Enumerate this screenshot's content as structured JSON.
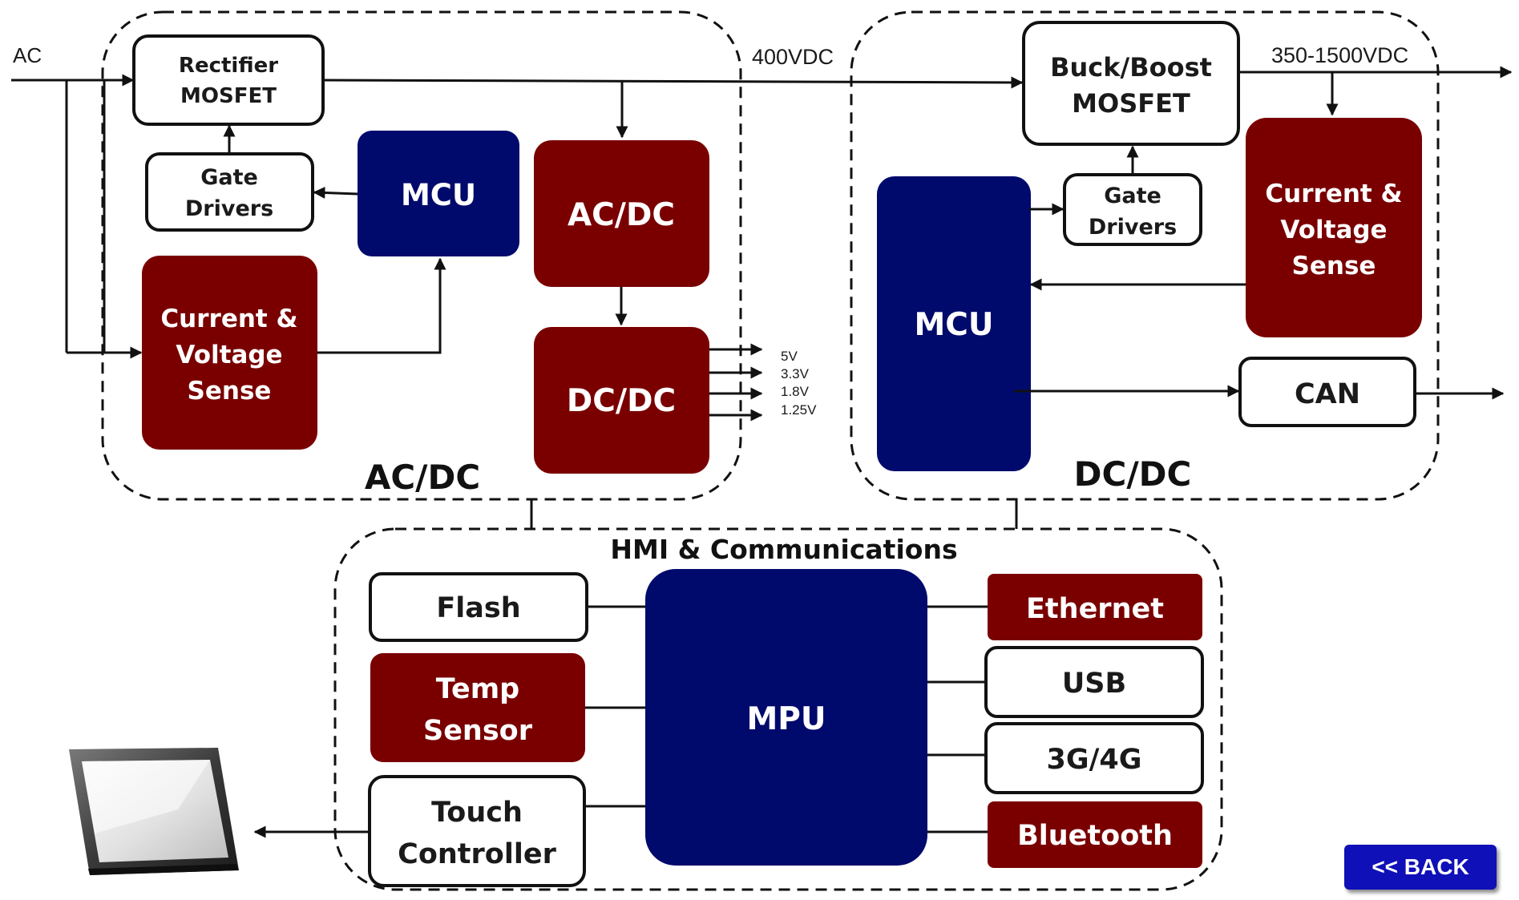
{
  "colors": {
    "navy": "#000a6c",
    "maroon": "#7a0000",
    "outline": "#1a1a1a",
    "back_button": "#1010b8"
  },
  "signals": {
    "ac_input": "AC",
    "bus_400": "400VDC",
    "output_range": "350-1500VDC",
    "rail_5v": "5V",
    "rail_3v3": "3.3V",
    "rail_1v8": "1.8V",
    "rail_1v25": "1.25V"
  },
  "acdc": {
    "group_title": "AC/DC",
    "rectifier": [
      "Rectifier",
      "MOSFET"
    ],
    "gate_drivers": [
      "Gate",
      "Drivers"
    ],
    "mcu": "MCU",
    "acdc_converter": "AC/DC",
    "dcdc_converter": "DC/DC",
    "sense": [
      "Current &",
      "Voltage",
      "Sense"
    ]
  },
  "dcdc": {
    "group_title": "DC/DC",
    "buck_boost": [
      "Buck/Boost",
      "MOSFET"
    ],
    "gate_drivers": [
      "Gate",
      "Drivers"
    ],
    "mcu": "MCU",
    "sense": [
      "Current &",
      "Voltage",
      "Sense"
    ],
    "can": "CAN"
  },
  "hmi": {
    "group_title": "HMI & Communications",
    "mpu": "MPU",
    "flash": "Flash",
    "temp_sensor": [
      "Temp",
      "Sensor"
    ],
    "touch_controller": [
      "Touch",
      "Controller"
    ],
    "ethernet": "Ethernet",
    "usb": "USB",
    "cellular": "3G/4G",
    "bluetooth": "Bluetooth"
  },
  "navigation": {
    "back_label": "<< BACK"
  },
  "icons": {
    "tablet": "tablet-device-icon"
  }
}
